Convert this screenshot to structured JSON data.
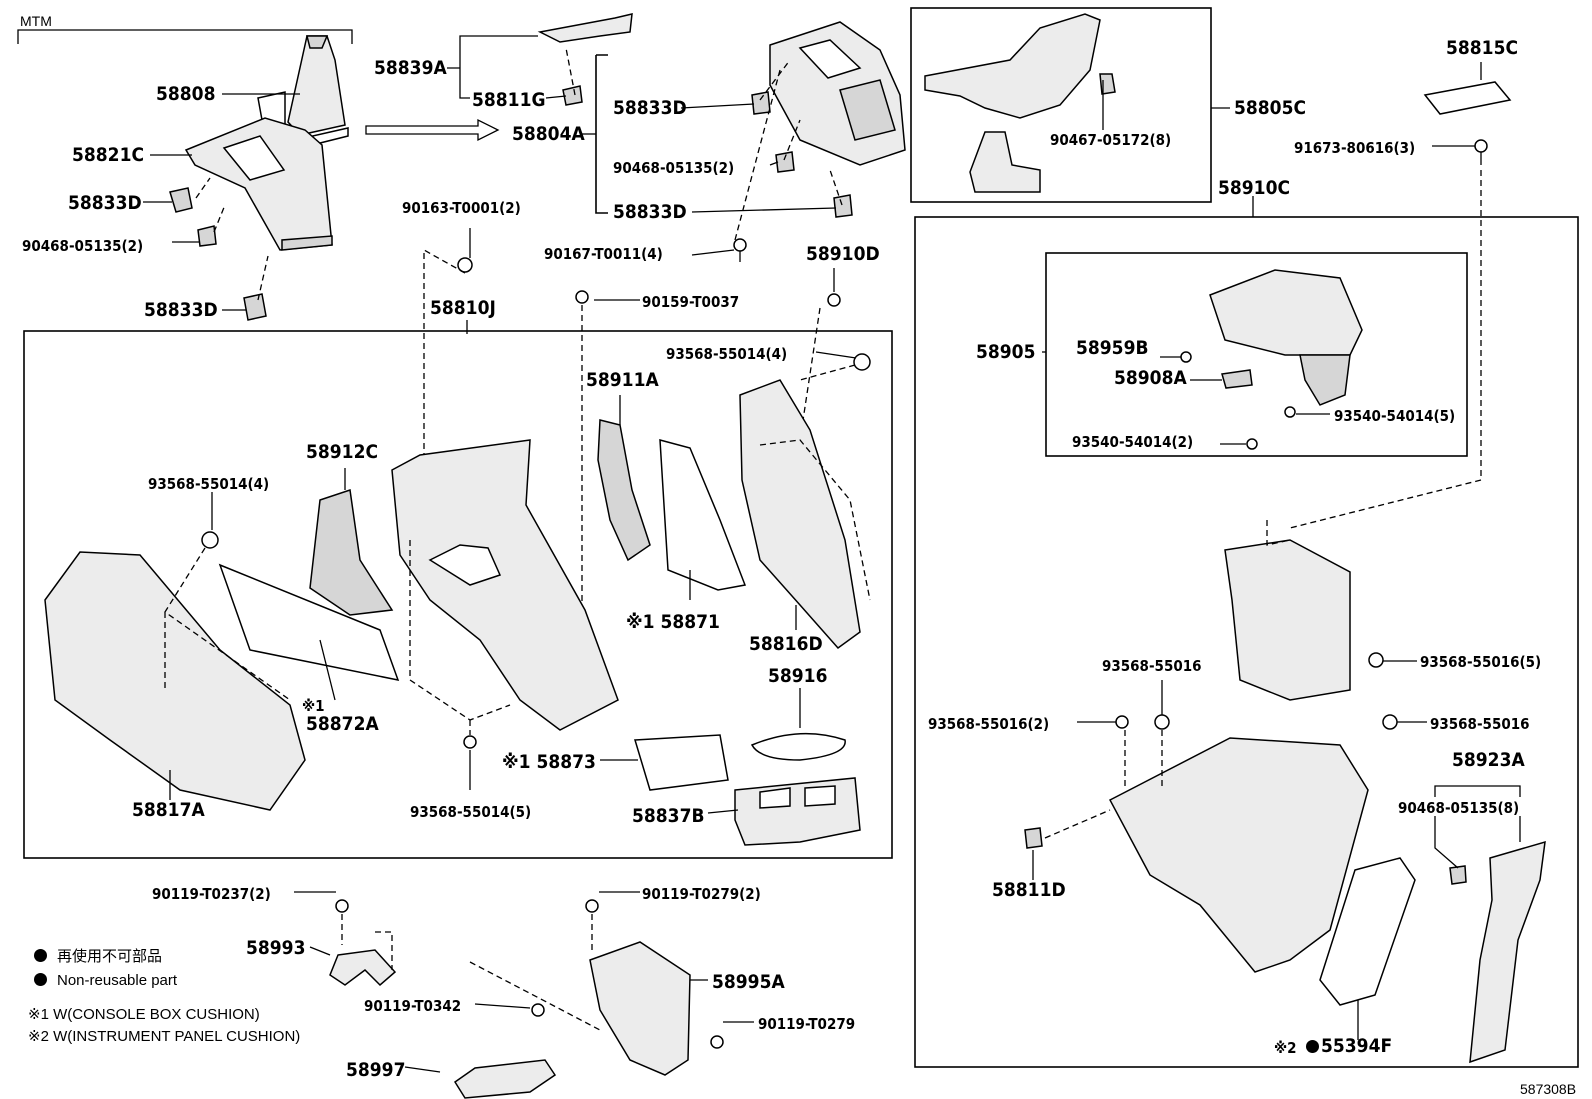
{
  "header": {
    "group_label": "MTM"
  },
  "footer": {
    "diagram_code": "587308B"
  },
  "legend": {
    "non_reusable_jp": "再使用不可部品",
    "non_reusable_en": "Non-reusable part",
    "note1": "※1 W(CONSOLE BOX CUSHION)",
    "note2": "※2 W(INSTRUMENT PANEL CUSHION)"
  },
  "callouts": [
    {
      "id": "c1",
      "text": "58808"
    },
    {
      "id": "c2",
      "text": "58821C"
    },
    {
      "id": "c3",
      "text": "58833D"
    },
    {
      "id": "c4",
      "text": "90468-05135(2)"
    },
    {
      "id": "c5",
      "text": "58833D"
    },
    {
      "id": "c6",
      "text": "58839A"
    },
    {
      "id": "c7",
      "text": "58811G"
    },
    {
      "id": "c8",
      "text": "58804A"
    },
    {
      "id": "c9",
      "text": "58833D"
    },
    {
      "id": "c10",
      "text": "90468-05135(2)"
    },
    {
      "id": "c11",
      "text": "58833D"
    },
    {
      "id": "c12",
      "text": "90163-T0001(2)"
    },
    {
      "id": "c13",
      "text": "90167-T0011(4)"
    },
    {
      "id": "c14",
      "text": "58910D"
    },
    {
      "id": "c15",
      "text": "58810J"
    },
    {
      "id": "c16",
      "text": "90159-T0037"
    },
    {
      "id": "c17",
      "text": "93568-55014(4)"
    },
    {
      "id": "c18",
      "text": "58911A"
    },
    {
      "id": "c19",
      "text": "58912C"
    },
    {
      "id": "c20",
      "text": "93568-55014(4)"
    },
    {
      "id": "c21",
      "text": "※1 58871"
    },
    {
      "id": "c22",
      "text": "58816D"
    },
    {
      "id": "c23",
      "text": "58916"
    },
    {
      "id": "c24",
      "text": "※1"
    },
    {
      "id": "c25",
      "text": "58872A"
    },
    {
      "id": "c26",
      "text": "※1 58873"
    },
    {
      "id": "c27",
      "text": "58837B"
    },
    {
      "id": "c28",
      "text": "58817A"
    },
    {
      "id": "c29",
      "text": "93568-55014(5)"
    },
    {
      "id": "c30",
      "text": "90467-05172(8)"
    },
    {
      "id": "c31",
      "text": "58805C"
    },
    {
      "id": "c32",
      "text": "58815C"
    },
    {
      "id": "c33",
      "text": "91673-80616(3)"
    },
    {
      "id": "c34",
      "text": "58910C"
    },
    {
      "id": "c35",
      "text": "58905"
    },
    {
      "id": "c36",
      "text": "58959B"
    },
    {
      "id": "c37",
      "text": "58908A"
    },
    {
      "id": "c38",
      "text": "93540-54014(5)"
    },
    {
      "id": "c39",
      "text": "93540-54014(2)"
    },
    {
      "id": "c40",
      "text": "93568-55016(5)"
    },
    {
      "id": "c41",
      "text": "93568-55016"
    },
    {
      "id": "c42",
      "text": "93568-55016(2)"
    },
    {
      "id": "c43",
      "text": "93568-55016"
    },
    {
      "id": "c44",
      "text": "58923A"
    },
    {
      "id": "c45",
      "text": "90468-05135(8)"
    },
    {
      "id": "c46",
      "text": "58811D"
    },
    {
      "id": "c47",
      "text": "※2"
    },
    {
      "id": "c48",
      "text": "55394F"
    },
    {
      "id": "c49",
      "text": "90119-T0237(2)"
    },
    {
      "id": "c50",
      "text": "58993"
    },
    {
      "id": "c51",
      "text": "90119-T0279(2)"
    },
    {
      "id": "c52",
      "text": "58995A"
    },
    {
      "id": "c53",
      "text": "90119-T0342"
    },
    {
      "id": "c54",
      "text": "90119-T0279"
    },
    {
      "id": "c55",
      "text": "58997"
    }
  ]
}
